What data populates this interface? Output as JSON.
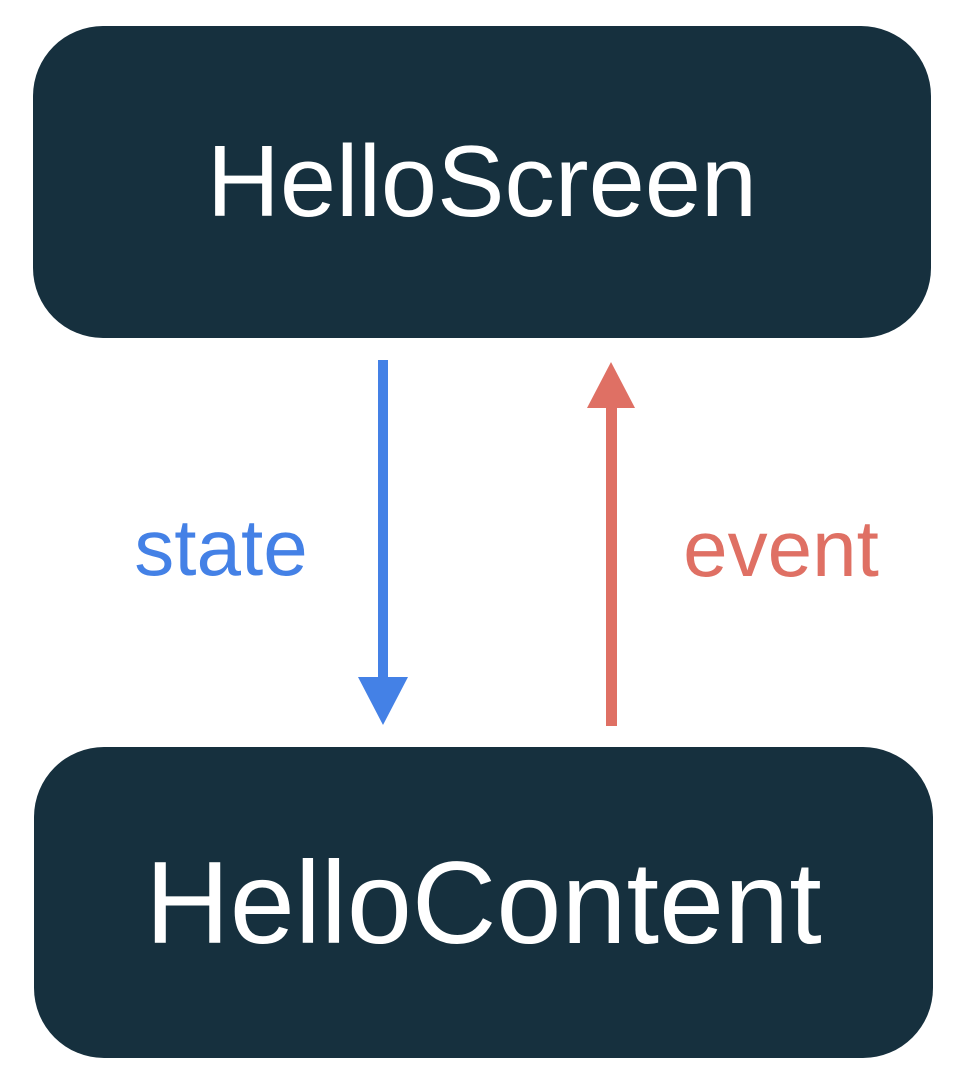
{
  "diagram": {
    "type": "unidirectional-data-flow",
    "nodes": [
      {
        "id": "hello-screen",
        "label": "HelloScreen"
      },
      {
        "id": "hello-content",
        "label": "HelloContent"
      }
    ],
    "edges": [
      {
        "id": "state",
        "label": "state",
        "from": "hello-screen",
        "to": "hello-content",
        "direction": "down",
        "color": "#4481e6"
      },
      {
        "id": "event",
        "label": "event",
        "from": "hello-content",
        "to": "hello-screen",
        "direction": "up",
        "color": "#df7064"
      }
    ],
    "colors": {
      "background": "#ffffff",
      "node_fill": "#16303e",
      "node_text": "#ffffff",
      "state_blue": "#4481e6",
      "event_red": "#df7064"
    }
  }
}
